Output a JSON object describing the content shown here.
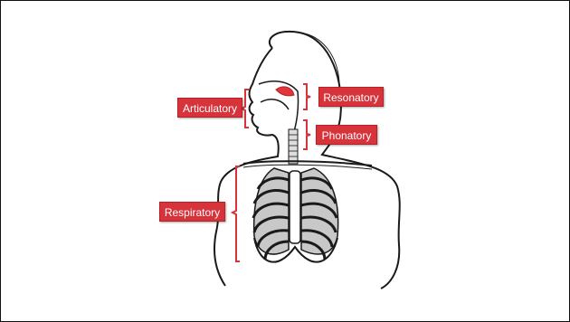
{
  "diagram": {
    "labels": {
      "articulatory": "Articulatory",
      "resonatory": "Resonatory",
      "phonatory": "Phonatory",
      "respiratory": "Respiratory"
    },
    "colors": {
      "label_fill": "#d6333b",
      "bracket": "#d6333b",
      "outline": "#1a1a1a",
      "lung_fill": "#c8c8c8",
      "nasal_highlight": "#e0353a"
    }
  }
}
